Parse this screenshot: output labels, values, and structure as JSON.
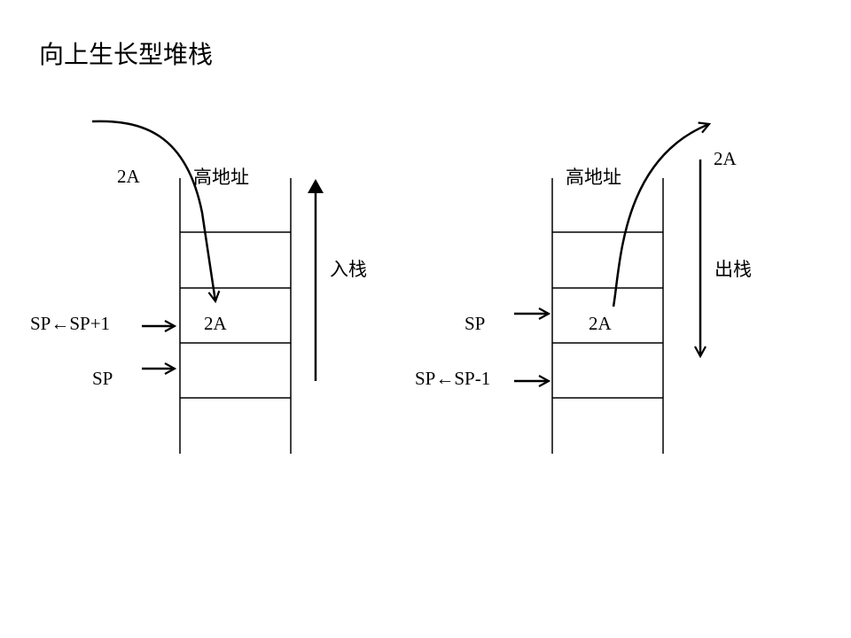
{
  "title": "向上生长型堆栈",
  "push_panel": {
    "data_label": "2A",
    "high_address_label": "高地址",
    "direction_label": "入栈",
    "pointer_new_label": "SP←SP+1",
    "pointer_old_label": "SP",
    "cell_value": "2A"
  },
  "pop_panel": {
    "data_label": "2A",
    "high_address_label": "高地址",
    "direction_label": "出栈",
    "pointer_current_label": "SP",
    "pointer_new_label": "SP←SP-1",
    "cell_value": "2A"
  }
}
